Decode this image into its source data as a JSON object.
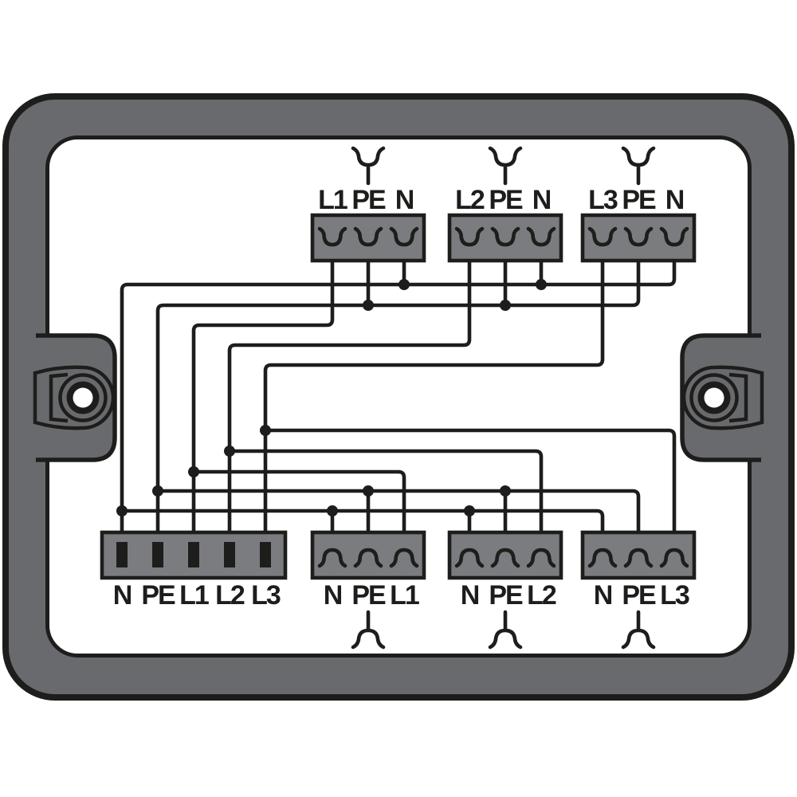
{
  "colors": {
    "background": "#ffffff",
    "frame": "#696a6d",
    "block": "#7b7c7f",
    "wire": "#1d1d1b",
    "text": "#1d1d1b"
  },
  "top_outputs": [
    {
      "labels": [
        "L1",
        "PE",
        "N"
      ]
    },
    {
      "labels": [
        "L2",
        "PE",
        "N"
      ]
    },
    {
      "labels": [
        "L3",
        "PE",
        "N"
      ]
    }
  ],
  "input": {
    "labels": [
      "N",
      "PE",
      "L1",
      "L2",
      "L3"
    ]
  },
  "bottom_outputs": [
    {
      "labels": [
        "N",
        "PE",
        "L1"
      ]
    },
    {
      "labels": [
        "N",
        "PE",
        "L2"
      ]
    },
    {
      "labels": [
        "N",
        "PE",
        "L3"
      ]
    }
  ]
}
